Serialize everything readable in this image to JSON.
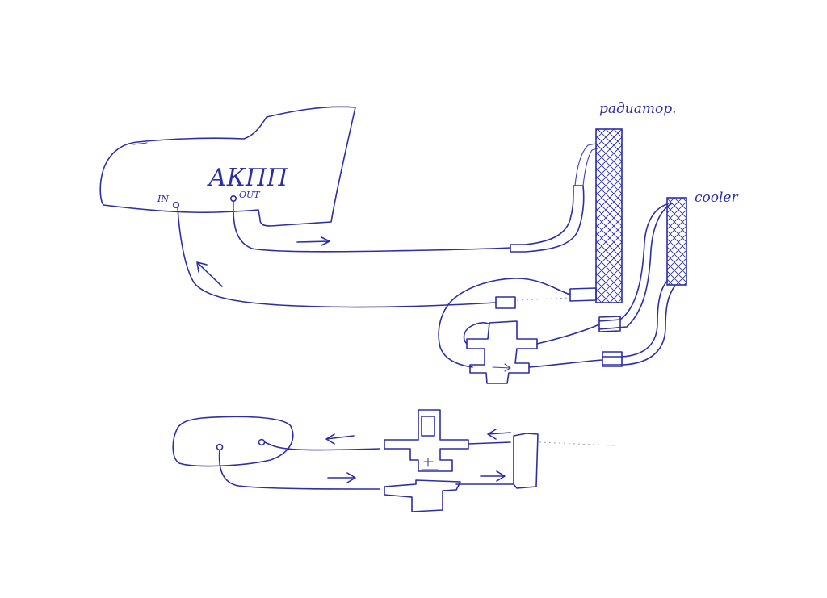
{
  "labels": {
    "transmission": "АКПП",
    "port_in": "IN",
    "port_out": "OUT",
    "radiator": "радиатор.",
    "cooler": "cooler"
  }
}
